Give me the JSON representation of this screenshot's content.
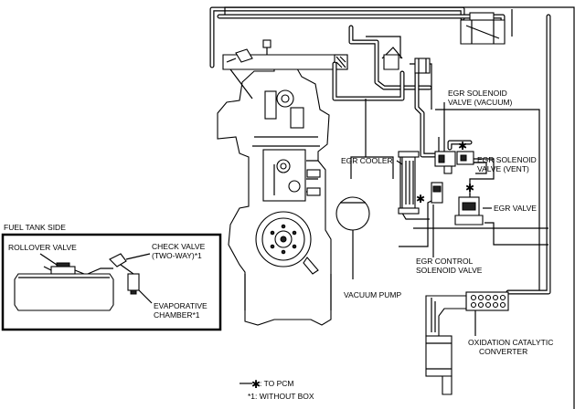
{
  "labels": {
    "egr_solenoid_vacuum": [
      "EGR SOLENOID",
      "VALVE (VACUUM)"
    ],
    "egr_solenoid_vent": [
      "EGR SOLENOID",
      "VALVE (VENT)"
    ],
    "egr_cooler": "EGR COOLER",
    "egr_valve": "EGR VALVE",
    "egr_control_solenoid": [
      "EGR CONTROL",
      "SOLENOID VALVE"
    ],
    "vacuum_pump": "VACUUM PUMP",
    "oxidation_catalytic": [
      "OXIDATION CATALYTIC",
      "CONVERTER"
    ],
    "fuel_tank_side": "FUEL TANK SIDE",
    "rollover_valve": "ROLLOVER VALVE",
    "check_valve": [
      "CHECK VALVE",
      "(TWO-WAY)*1"
    ],
    "evaporative_chamber": [
      "EVAPORATIVE",
      "CHAMBER*1"
    ]
  },
  "legend": {
    "to_pcm": ": TO PCM",
    "without_box": "*1: WITHOUT BOX"
  }
}
